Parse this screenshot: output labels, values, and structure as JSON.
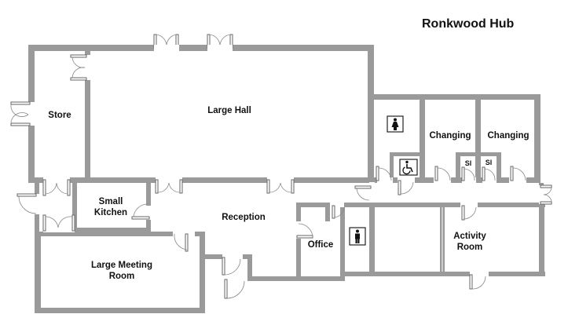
{
  "title": "Ronkwood Hub",
  "rooms": {
    "store": "Store",
    "large_hall": "Large Hall",
    "changing_1": "Changing",
    "changing_2": "Changing",
    "small_kitchen": "Small\nKitchen",
    "reception": "Reception",
    "office": "Office",
    "activity_room": "Activity\nRoom",
    "large_meeting_room": "Large Meeting\nRoom",
    "shower_1": "Sl",
    "shower_2": "Sl"
  },
  "icons": [
    "female-toilet-icon",
    "accessible-toilet-icon",
    "male-toilet-icon"
  ],
  "colors": {
    "wall": "#9a9a9a",
    "text": "#111111",
    "background": "#ffffff"
  }
}
